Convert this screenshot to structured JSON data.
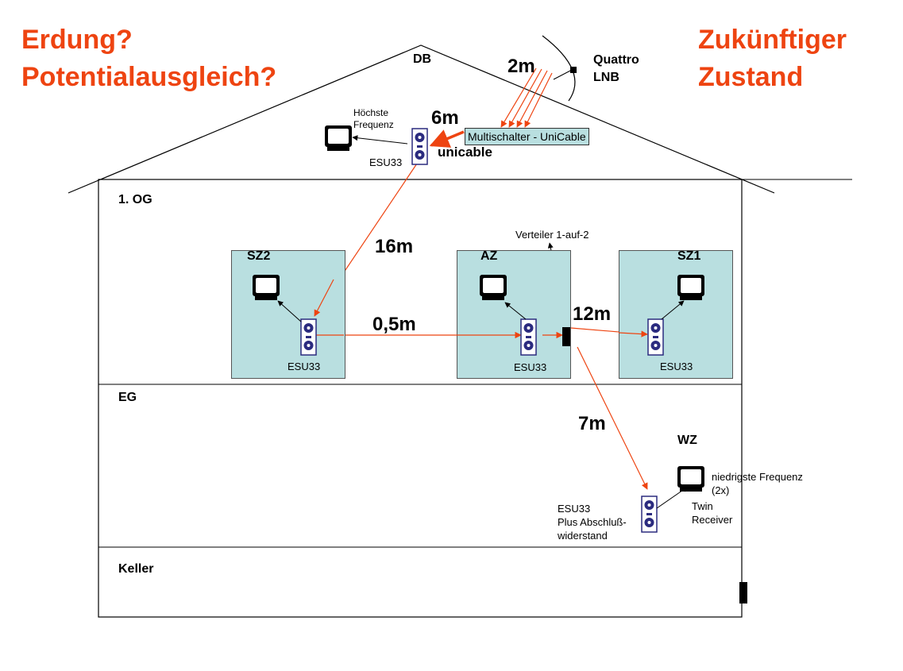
{
  "heading_left": [
    "Erdung?",
    "Potentialausgleich?"
  ],
  "heading_right": [
    "Zukünftiger",
    "Zustand"
  ],
  "roof_label": "DB",
  "lnb_label": [
    "Quattro",
    "LNB"
  ],
  "multischalter": "Multischalter - UniCable",
  "unicable_label": "unicable",
  "top_tv_label": [
    "Höchste",
    "Frequenz"
  ],
  "floors": {
    "og": "1. OG",
    "eg": "EG",
    "keller": "Keller"
  },
  "rooms": {
    "sz2": "SZ2",
    "az": "AZ",
    "sz1": "SZ1",
    "wz": "WZ"
  },
  "socket_label": "ESU33",
  "wz_socket_label": [
    "ESU33",
    "Plus Abschluß-",
    "widerstand"
  ],
  "splitter_label": "Verteiler 1-auf-2",
  "wz_tv_label": [
    "niedrigste Frequenz",
    "(2x)"
  ],
  "twin_receiver": [
    "Twin",
    "Receiver"
  ],
  "distances": {
    "lnb": "2m",
    "db": "6m",
    "down": "16m",
    "og_link": "0,5m",
    "sz1_link": "12m",
    "eg_link": "7m"
  },
  "colors": {
    "accent": "#ee4411",
    "room_fill": "#b9dfe0",
    "socket_border": "#2b2b7f"
  }
}
